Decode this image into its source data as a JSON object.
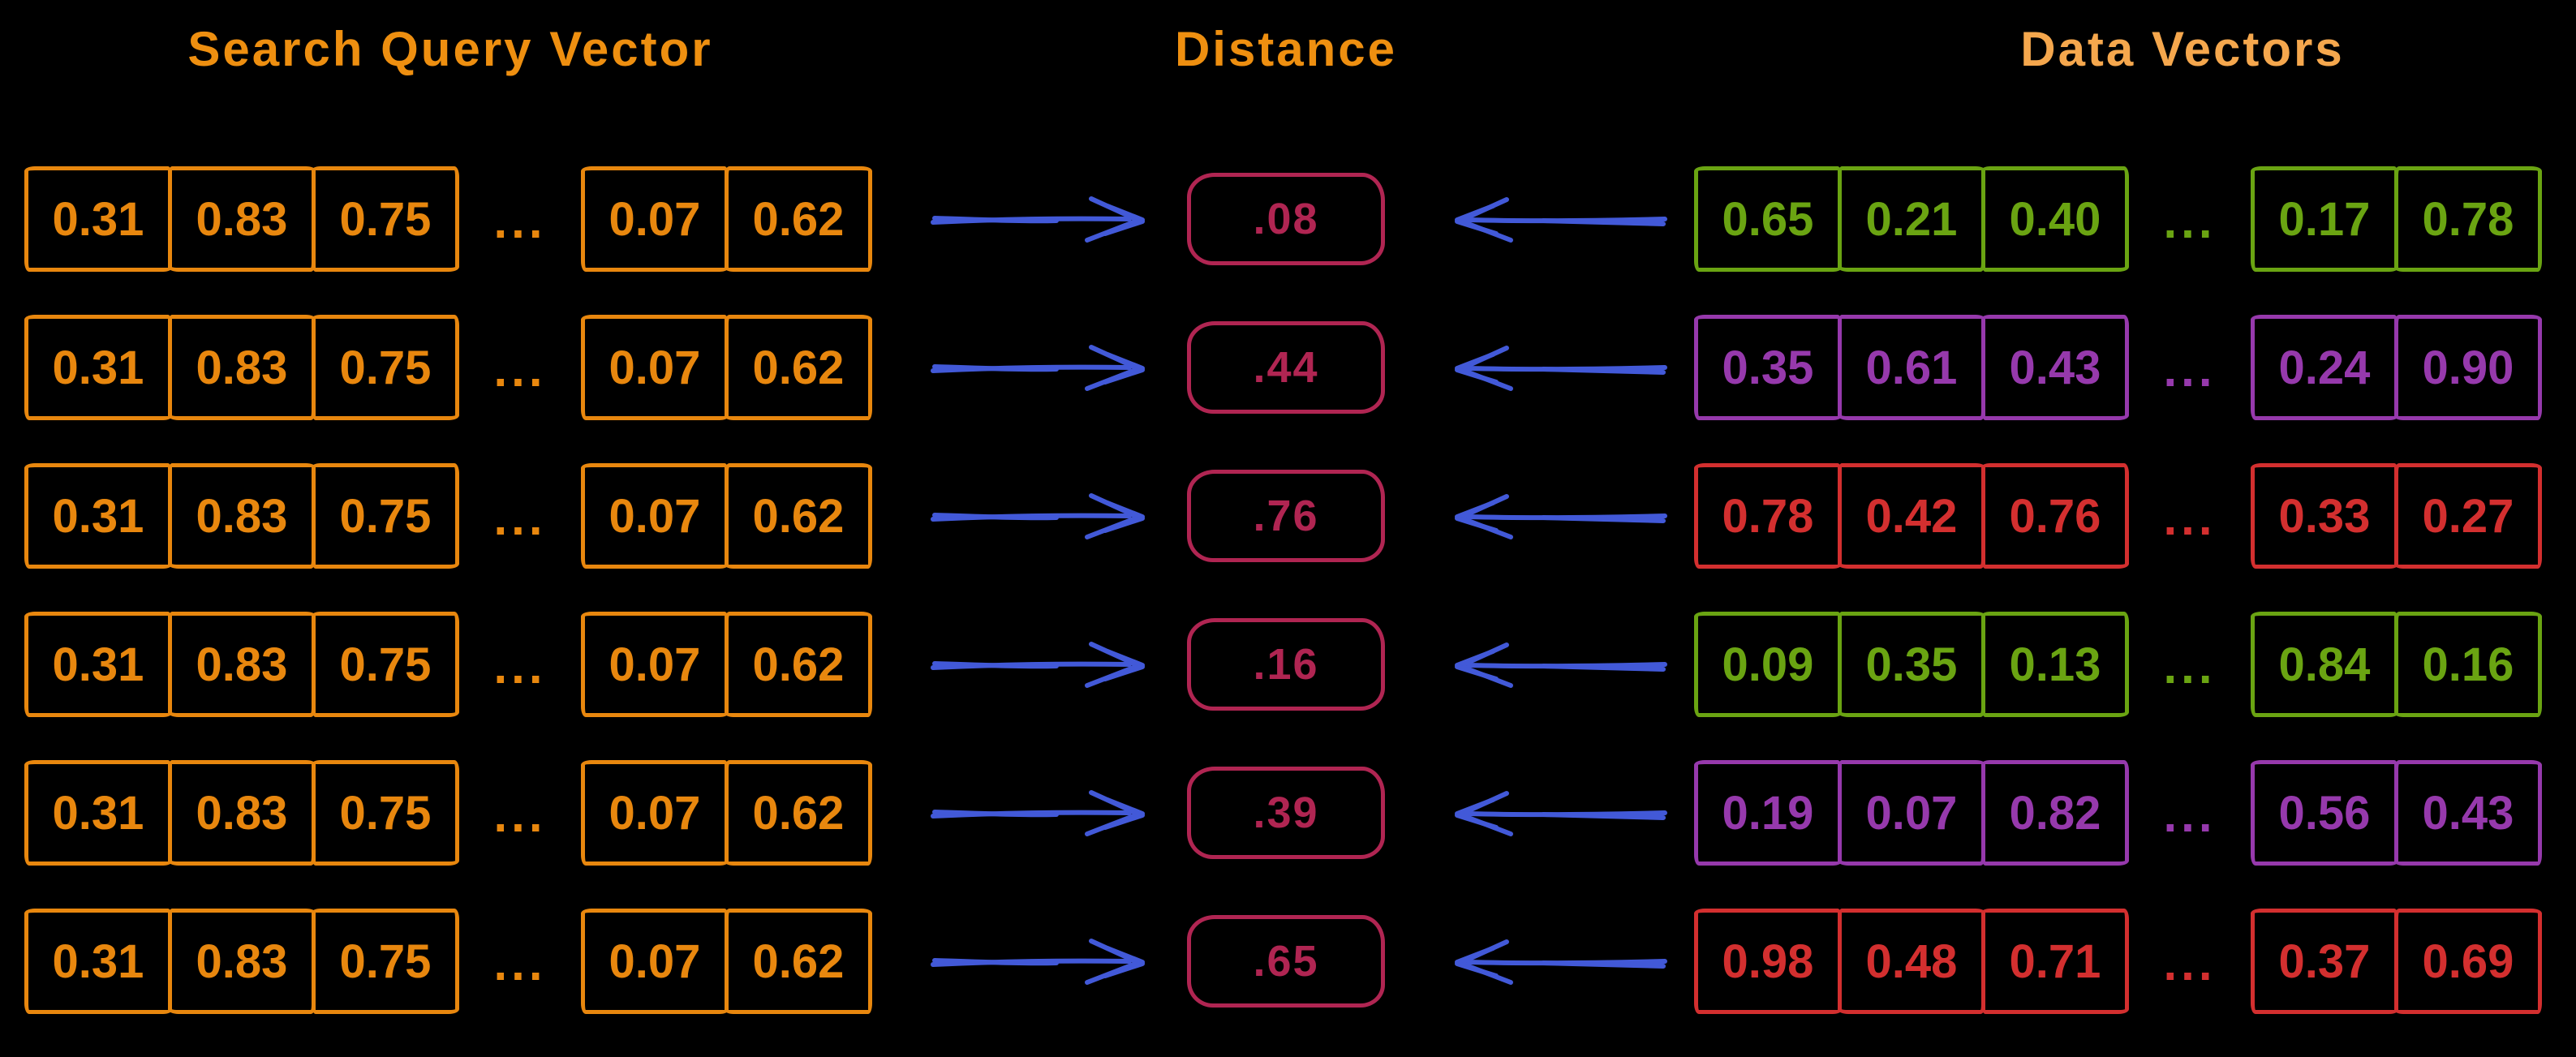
{
  "titles": {
    "query": "Search Query Vector",
    "distance": "Distance",
    "data": "Data Vectors"
  },
  "ellipsis": "...",
  "colors": {
    "background": "#000000",
    "orange": "#e8870e",
    "title_orange": "#ee8f10",
    "data_title_orange": "#f5a74d",
    "distance_red": "#b02552",
    "arrow_blue": "#4259d8",
    "green": "#6aa412",
    "purple": "#9639ac",
    "red": "#d32f2f"
  },
  "rows": [
    {
      "query": [
        "0.31",
        "0.83",
        "0.75",
        "0.07",
        "0.62"
      ],
      "distance": ".08",
      "data": [
        "0.65",
        "0.21",
        "0.40",
        "0.17",
        "0.78"
      ],
      "data_color": "green"
    },
    {
      "query": [
        "0.31",
        "0.83",
        "0.75",
        "0.07",
        "0.62"
      ],
      "distance": ".44",
      "data": [
        "0.35",
        "0.61",
        "0.43",
        "0.24",
        "0.90"
      ],
      "data_color": "purple"
    },
    {
      "query": [
        "0.31",
        "0.83",
        "0.75",
        "0.07",
        "0.62"
      ],
      "distance": ".76",
      "data": [
        "0.78",
        "0.42",
        "0.76",
        "0.33",
        "0.27"
      ],
      "data_color": "red"
    },
    {
      "query": [
        "0.31",
        "0.83",
        "0.75",
        "0.07",
        "0.62"
      ],
      "distance": ".16",
      "data": [
        "0.09",
        "0.35",
        "0.13",
        "0.84",
        "0.16"
      ],
      "data_color": "green"
    },
    {
      "query": [
        "0.31",
        "0.83",
        "0.75",
        "0.07",
        "0.62"
      ],
      "distance": ".39",
      "data": [
        "0.19",
        "0.07",
        "0.82",
        "0.56",
        "0.43"
      ],
      "data_color": "purple"
    },
    {
      "query": [
        "0.31",
        "0.83",
        "0.75",
        "0.07",
        "0.62"
      ],
      "distance": ".65",
      "data": [
        "0.98",
        "0.48",
        "0.71",
        "0.37",
        "0.69"
      ],
      "data_color": "red"
    }
  ]
}
